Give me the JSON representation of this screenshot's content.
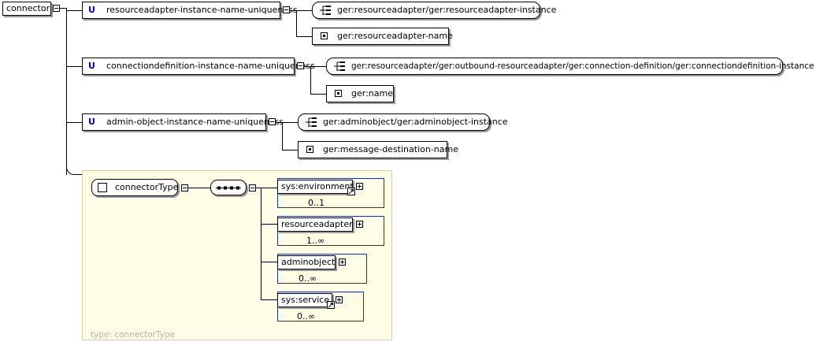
{
  "root": {
    "label": "connector"
  },
  "constraints": [
    {
      "badge": "U",
      "name": "resourceadapter-instance-name-uniqueness",
      "selector": "ger:resourceadapter/ger:resourceadapter-instance",
      "field": "ger:resourceadapter-name"
    },
    {
      "badge": "U",
      "name": "connectiondefinition-instance-name-uniqueness",
      "selector": "ger:resourceadapter/ger:outbound-resourceadapter/ger:connection-definition/ger:connectiondefinition-instance",
      "field": "ger:name"
    },
    {
      "badge": "U",
      "name": "admin-object-instance-name-uniqueness",
      "selector": "ger:adminobject/ger:adminobject-instance",
      "field": "ger:message-destination-name"
    }
  ],
  "type": {
    "name": "connectorType",
    "caption": "type: connectorType",
    "children": [
      {
        "name": "sys:environment",
        "occurs": "0..1",
        "reference": true
      },
      {
        "name": "resourceadapter",
        "occurs": "1..∞",
        "reference": false
      },
      {
        "name": "adminobject",
        "occurs": "0..∞",
        "reference": false
      },
      {
        "name": "sys:service",
        "occurs": "0..∞",
        "reference": true
      }
    ]
  },
  "colors": {
    "element_border": "#1a2fa0",
    "type_panel": "#fdfde6",
    "badge": "#0000aa"
  }
}
